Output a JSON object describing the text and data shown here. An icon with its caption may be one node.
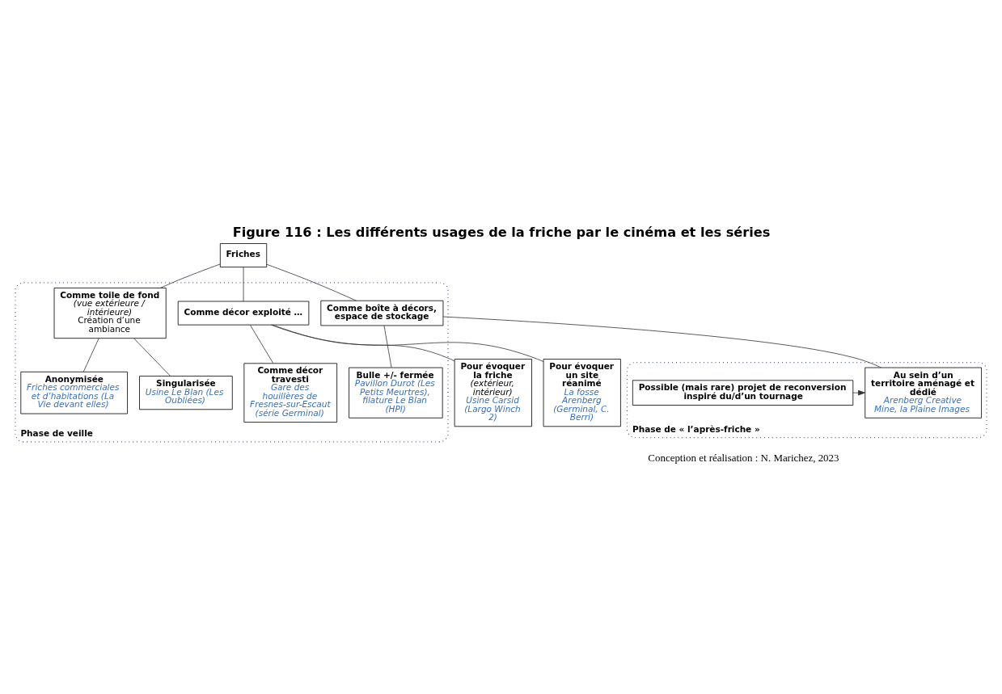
{
  "diagram": {
    "title": "Figure 116 : Les différents usages de la friche par le cinéma et les séries",
    "caption": "Conception et réalisation : N. Marichez, 2023",
    "nodes": [
      {
        "text": [
          "Phase de veille"
        ]
      },
      {
        "text": [
          "Phase de « l’après-friche »"
        ]
      },
      {
        "text": [
          "Friches"
        ]
      },
      {
        "text": [
          "Comme toile de fond",
          "(vue extérieure / intérieure)",
          "Création d’une ambiance"
        ],
        "in": 0
      },
      {
        "text": [
          "Comme décor exploité …"
        ],
        "in": 0
      },
      {
        "text": [
          "Comme boîte à décors, espace de stockage"
        ],
        "in": 0
      },
      {
        "text": [
          "Anonymisée",
          "Friches commerciales et d’habitations (La Vie devant elles)"
        ],
        "in": 0
      },
      {
        "text": [
          "Singularisée",
          "Usine Le Blan (Les Oubliées)"
        ],
        "in": 0
      },
      {
        "text": [
          "Pour évoquer la friche",
          "(extérieur, intérieur)",
          "Usine Carsid (Largo Winch 2)"
        ]
      },
      {
        "text": [
          "Pour évoquer un site réanimé",
          "La fosse Arenberg (Germinal, C. Berri)"
        ]
      },
      {
        "text": [
          "Comme décor travesti",
          "Gare des houillères de Fresnes-sur-Escaut (série Germinal)"
        ],
        "in": 0
      },
      {
        "text": [
          "Bulle +/- fermée",
          "Pavillon Durot (Les Petits Meurtres), filature Le Blan (HPI)"
        ],
        "in": 0
      },
      {
        "text": [
          "Au sein d’un territoire aménagé et dédié",
          "Arenberg Creative Mine, la Plaine Images"
        ],
        "in": 1
      },
      {
        "text": [
          "Possible (mais rare) projet de reconversion inspiré du/d’un tournage"
        ],
        "in": 1
      }
    ],
    "edges": [
      {
        "from": 2,
        "to": 3,
        "arrow": "none"
      },
      {
        "from": 2,
        "to": 4,
        "arrow": "none"
      },
      {
        "from": 2,
        "to": 5,
        "arrow": "none"
      },
      {
        "from": 3,
        "to": 6,
        "arrow": "none"
      },
      {
        "from": 3,
        "to": 7,
        "arrow": "none"
      },
      {
        "from": 4,
        "to": 8,
        "arrow": "none"
      },
      {
        "from": 4,
        "to": 9,
        "arrow": "none"
      },
      {
        "from": 4,
        "to": 10,
        "arrow": "none"
      },
      {
        "from": 5,
        "to": 11,
        "arrow": "none"
      },
      {
        "from": 5,
        "to": 12,
        "arrow": "none"
      },
      {
        "from": 13,
        "to": 12,
        "arrow": "to"
      }
    ]
  }
}
